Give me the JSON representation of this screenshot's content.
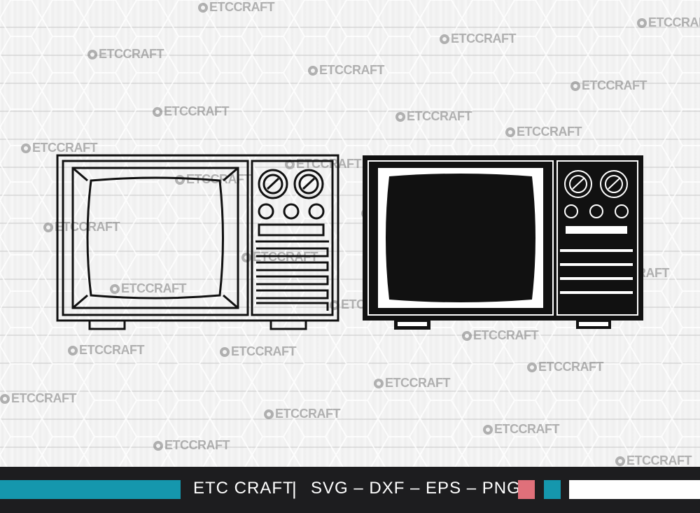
{
  "watermark": {
    "text": "ETCCRAFT",
    "icon": "copyright-circle-icon"
  },
  "footer": {
    "brand": "ETC CRAFT",
    "separator": "|",
    "formats": "SVG – DXF – EPS – PNG",
    "colors": {
      "background": "#1d1d1f",
      "teal": "#1597ad",
      "pink": "#e0707a",
      "white": "#ffffff"
    }
  },
  "illustrations": [
    {
      "name": "retro-tv-outline",
      "style": "outline"
    },
    {
      "name": "retro-tv-silhouette",
      "style": "filled"
    }
  ]
}
